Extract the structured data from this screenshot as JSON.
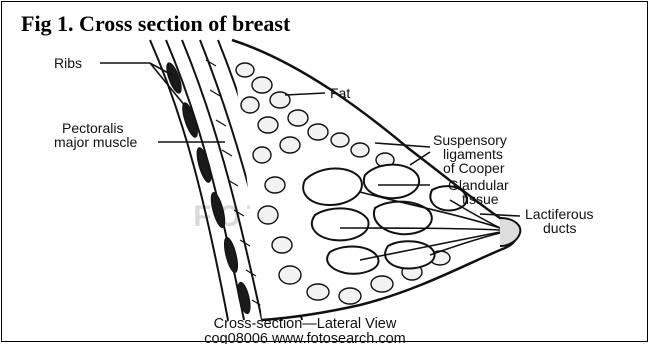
{
  "figure": {
    "title": "Fig 1. Cross section of breast"
  },
  "labels": {
    "ribs": "Ribs",
    "fat": "Fat",
    "pectoralis_1": "Pectoralis",
    "pectoralis_2": "major muscle",
    "suspensory_1": "Suspensory",
    "suspensory_2": "ligaments",
    "suspensory_3": "of Cooper",
    "glandular_1": "Glandular",
    "glandular_2": "tissue",
    "lactiferous_1": "Lactiferous",
    "lactiferous_2": "ducts"
  },
  "caption": {
    "line1": "Cross-section—Lateral View",
    "line2": "cog08006 www.fotosearch.com"
  },
  "watermark": "FOTOSEARCH",
  "colors": {
    "ink": "#111111",
    "paper": "#ffffff",
    "watermark": "#d4d4d4"
  }
}
